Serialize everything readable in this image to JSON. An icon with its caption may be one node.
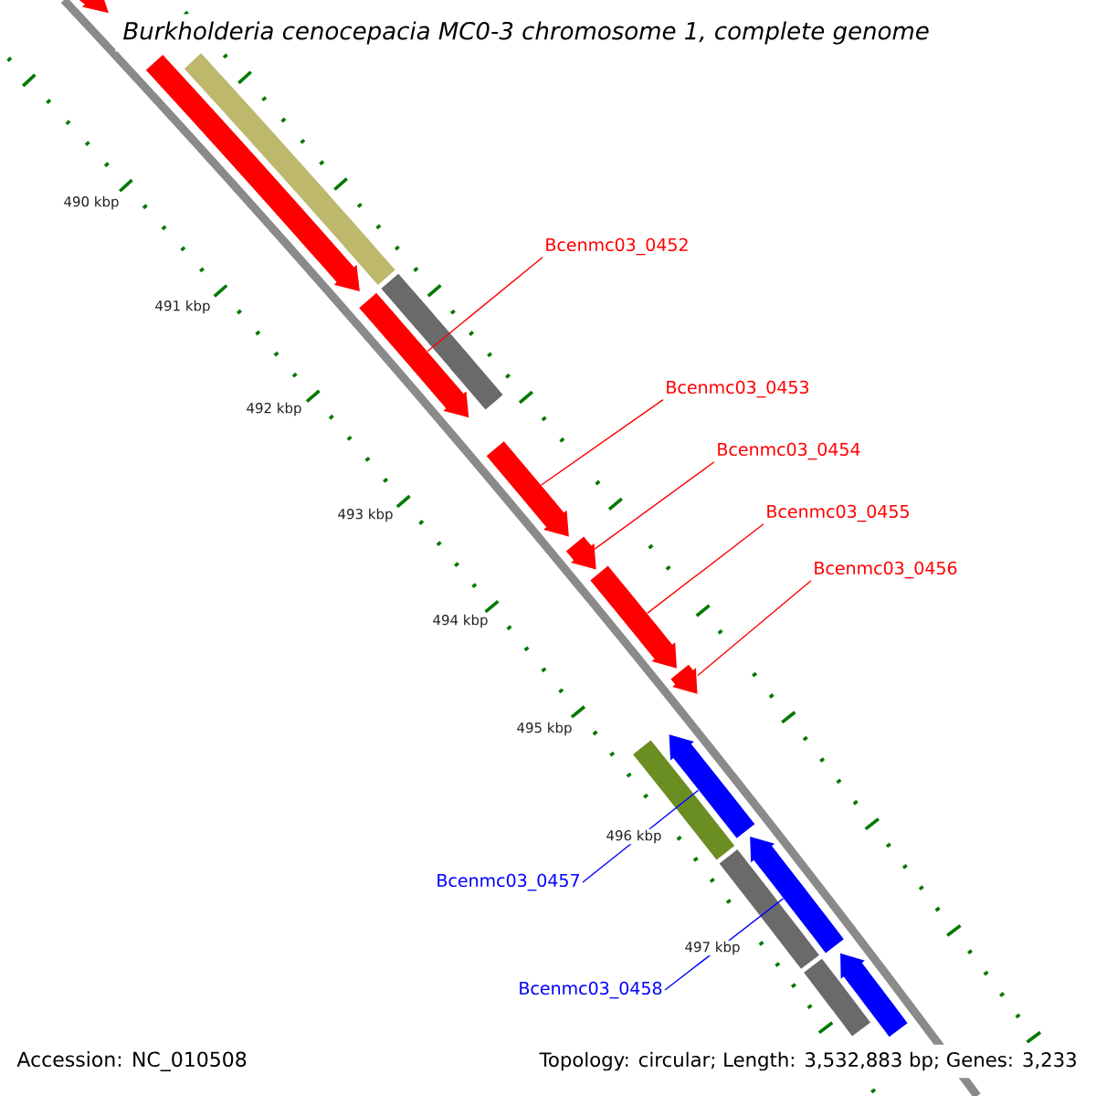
{
  "diagram": {
    "title": "Burkholderia cenocepacia MC0-3 chromosome 1, complete genome",
    "nodes": [
      {
        "text": [],
        "shape": "arrow"
      },
      {
        "text": [],
        "shape": "bar"
      },
      {
        "text": [],
        "shape": "arrow"
      },
      {
        "text": [],
        "shape": "bar"
      },
      {
        "text": [],
        "shape": "arrow"
      },
      {
        "text": [],
        "shape": "arrow"
      },
      {
        "text": [],
        "shape": "arrow"
      },
      {
        "text": [],
        "shape": "arrow"
      },
      {
        "text": [],
        "shape": "arrow"
      },
      {
        "text": [],
        "shape": "arrow"
      },
      {
        "text": [],
        "shape": "bar"
      },
      {
        "text": [],
        "shape": "arrow"
      },
      {
        "text": [],
        "shape": "bar"
      },
      {
        "text": [],
        "shape": "bar"
      },
      {
        "text": [],
        "shape": "arrow"
      },
      {
        "text": [
          "Bcenmc03_0452"
        ]
      },
      {
        "text": [
          "Bcenmc03_0453"
        ]
      },
      {
        "text": [
          "Bcenmc03_0454"
        ]
      },
      {
        "text": [
          "Bcenmc03_0455"
        ]
      },
      {
        "text": [
          "Bcenmc03_0456"
        ]
      },
      {
        "text": [
          "Bcenmc03_0457"
        ]
      },
      {
        "text": [
          "Bcenmc03_0458"
        ]
      }
    ],
    "edges": [
      {
        "from": 15,
        "to": 4,
        "arrow": "none"
      },
      {
        "from": 16,
        "to": 5,
        "arrow": "none"
      },
      {
        "from": 17,
        "to": 6,
        "arrow": "none"
      },
      {
        "from": 18,
        "to": 7,
        "arrow": "none"
      },
      {
        "from": 19,
        "to": 8,
        "arrow": "none"
      },
      {
        "from": 20,
        "to": 9,
        "arrow": "none",
        "color": "#0000ff"
      },
      {
        "from": 21,
        "to": 11,
        "arrow": "none",
        "color": "#0000ff"
      }
    ],
    "labels": [
      "490 kbp",
      "491 kbp",
      "492 kbp",
      "493 kbp",
      "494 kbp",
      "495 kbp",
      "496 kbp",
      "497 kbp",
      "Accession: NC_010508",
      "Topology: circular; Length: 3,532,883 bp; Genes: 3,233"
    ]
  }
}
